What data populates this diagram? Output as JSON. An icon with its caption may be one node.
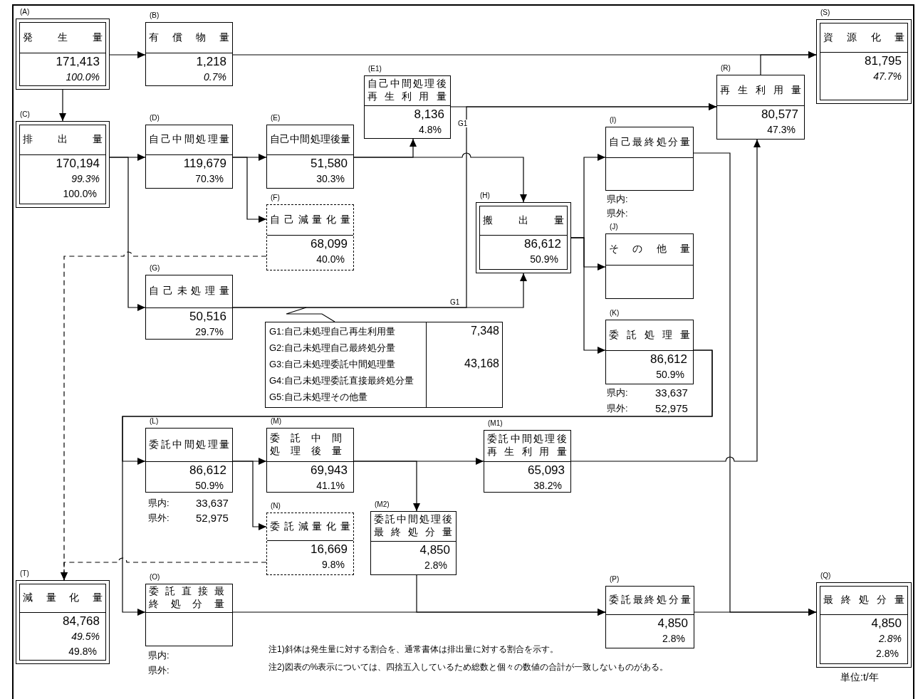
{
  "diagram": {
    "nodes": [
      {
        "text": [
          "(A)",
          "発生量",
          "171,413",
          "100.0%"
        ]
      },
      {
        "text": [
          "(B)",
          "有償物量",
          "1,218",
          "0.7%"
        ]
      },
      {
        "text": [
          "(S)",
          "資源化量",
          "81,795",
          "47.7%"
        ]
      },
      {
        "text": [
          "(E1)",
          "自己中間処理後再生利用量",
          "8,136",
          "4.8%"
        ]
      },
      {
        "text": [
          "(R)",
          "再生利用量",
          "80,577",
          "47.3%"
        ]
      },
      {
        "text": [
          "(C)",
          "排出量",
          "170,194",
          "99.3%",
          "100.0%"
        ]
      },
      {
        "text": [
          "(D)",
          "自己中間処理量",
          "119,679",
          "70.3%"
        ]
      },
      {
        "text": [
          "(E)",
          "自己中間処理後量",
          "51,580",
          "30.3%"
        ]
      },
      {
        "text": [
          "(I)",
          "自己最終処分量"
        ],
        "beside": [
          "県内:",
          "県外:"
        ]
      },
      {
        "text": [
          "(F)",
          "自己減量化量",
          "68,099",
          "40.0%"
        ]
      },
      {
        "text": [
          "(H)",
          "搬出量",
          "86,612",
          "50.9%"
        ]
      },
      {
        "text": [
          "(J)",
          "その他量"
        ]
      },
      {
        "text": [
          "(G)",
          "自己未処理量",
          "50,516",
          "29.7%"
        ]
      },
      {
        "text": [
          "(K)",
          "委託処理量",
          "86,612",
          "50.9%"
        ],
        "beside": [
          "県内:",
          "33,637",
          "県外:",
          "52,975"
        ]
      },
      {
        "text": [
          "G1:自己未処理自己再生利用量",
          "7,348",
          "G2:自己未処理自己最終処分量",
          "G3:自己未処理委託中間処理量",
          "43,168",
          "G4:自己未処理委託直接最終処分量",
          "G5:自己未処理その他量"
        ]
      },
      {
        "text": [
          "(L)",
          "委託中間処理量",
          "86,612",
          "50.9%"
        ],
        "beside": [
          "県内:",
          "33,637",
          "県外:",
          "52,975"
        ]
      },
      {
        "text": [
          "(M)",
          "委託中間処理後量",
          "69,943",
          "41.1%"
        ]
      },
      {
        "text": [
          "(M1)",
          "委託中間処理後再生利用量",
          "65,093",
          "38.2%"
        ]
      },
      {
        "text": [
          "(N)",
          "委託減量化量",
          "16,669",
          "9.8%"
        ]
      },
      {
        "text": [
          "(M2)",
          "委託中間処理後最終処分量",
          "4,850",
          "2.8%"
        ]
      },
      {
        "text": [
          "(T)",
          "減量化量",
          "84,768",
          "49.5%",
          "49.8%"
        ]
      },
      {
        "text": [
          "(O)",
          "委託直接最終処分量"
        ],
        "beside": [
          "県内:",
          "県外:"
        ]
      },
      {
        "text": [
          "(P)",
          "委託最終処分量",
          "4,850",
          "2.8%"
        ]
      },
      {
        "text": [
          "(Q)",
          "最終処分量",
          "4,850",
          "2.8%",
          "2.8%"
        ]
      }
    ],
    "edges": [
      {
        "from": 0,
        "to": 1,
        "arrow": "to"
      },
      {
        "from": 1,
        "to": 2,
        "arrow": "to"
      },
      {
        "from": 0,
        "to": 5,
        "arrow": "to"
      },
      {
        "from": 5,
        "to": 6,
        "arrow": "to"
      },
      {
        "from": 5,
        "to": 12,
        "arrow": "to"
      },
      {
        "from": 6,
        "to": 7,
        "arrow": "to"
      },
      {
        "from": 6,
        "to": 9,
        "arrow": "to"
      },
      {
        "from": 7,
        "to": 3,
        "arrow": "to"
      },
      {
        "from": 7,
        "to": 10,
        "arrow": "to"
      },
      {
        "from": 3,
        "to": 4,
        "arrow": "to"
      },
      {
        "from": 12,
        "to": 4,
        "arrow": "to",
        "label": "G1"
      },
      {
        "from": 12,
        "to": 10,
        "arrow": "to"
      },
      {
        "from": 9,
        "to": 20,
        "arrow": "to",
        "style": "dashed"
      },
      {
        "from": 10,
        "to": 8,
        "arrow": "to"
      },
      {
        "from": 10,
        "to": 11,
        "arrow": "to"
      },
      {
        "from": 10,
        "to": 13,
        "arrow": "to"
      },
      {
        "from": 8,
        "to": 23,
        "arrow": "to"
      },
      {
        "from": 4,
        "to": 2,
        "arrow": "to"
      },
      {
        "from": 13,
        "to": 15,
        "arrow": "to"
      },
      {
        "from": 13,
        "to": 21,
        "arrow": "to"
      },
      {
        "from": 15,
        "to": 16,
        "arrow": "to"
      },
      {
        "from": 15,
        "to": 18,
        "arrow": "to"
      },
      {
        "from": 16,
        "to": 17,
        "arrow": "to"
      },
      {
        "from": 16,
        "to": 19,
        "arrow": "to"
      },
      {
        "from": 17,
        "to": 4,
        "arrow": "to"
      },
      {
        "from": 18,
        "to": 20,
        "arrow": "to",
        "style": "dashed"
      },
      {
        "from": 19,
        "to": 22,
        "arrow": "to"
      },
      {
        "from": 21,
        "to": 22,
        "arrow": "to"
      },
      {
        "from": 22,
        "to": 23,
        "arrow": "to"
      },
      {
        "from": 14,
        "to": null,
        "arrow": "none"
      }
    ],
    "labels": [
      "G1",
      "注1)斜体は発生量に対する割合を、通常書体は排出量に対する割合を示す。",
      "注2)図表の%表示については、四捨五入しているため総数と個々の数値の合計が一致しないものがある。",
      "単位:t/年"
    ]
  }
}
